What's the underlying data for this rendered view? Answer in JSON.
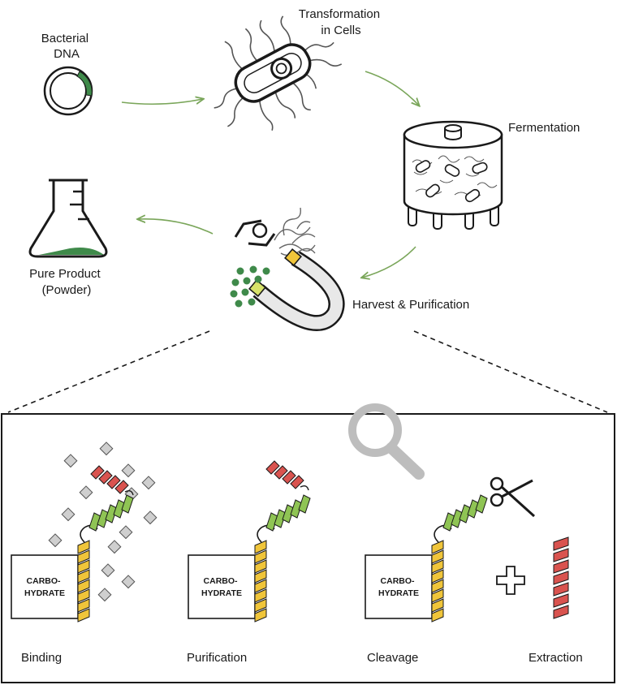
{
  "top_labels": {
    "bacterial_dna": [
      "Bacterial",
      "DNA"
    ],
    "transformation": [
      "Transformation",
      "in Cells"
    ],
    "fermentation": "Fermentation",
    "harvest": "Harvest & Purification",
    "pure_product": [
      "Pure Product",
      "(Powder)"
    ]
  },
  "carbohydrate_label": [
    "CARBO-",
    "HYDRATE"
  ],
  "steps": [
    "Binding",
    "Purification",
    "Cleavage",
    "Extraction"
  ],
  "colors": {
    "arrow": "#7aa65a",
    "dna_green": "#3f8a4a",
    "helix_yellow": "#f0c53a",
    "helix_green": "#8fc454",
    "helix_red": "#d9534f",
    "impurity": "#cfcfcf",
    "magnifier": "#bdbdbd",
    "outline": "#1a1a1a"
  }
}
